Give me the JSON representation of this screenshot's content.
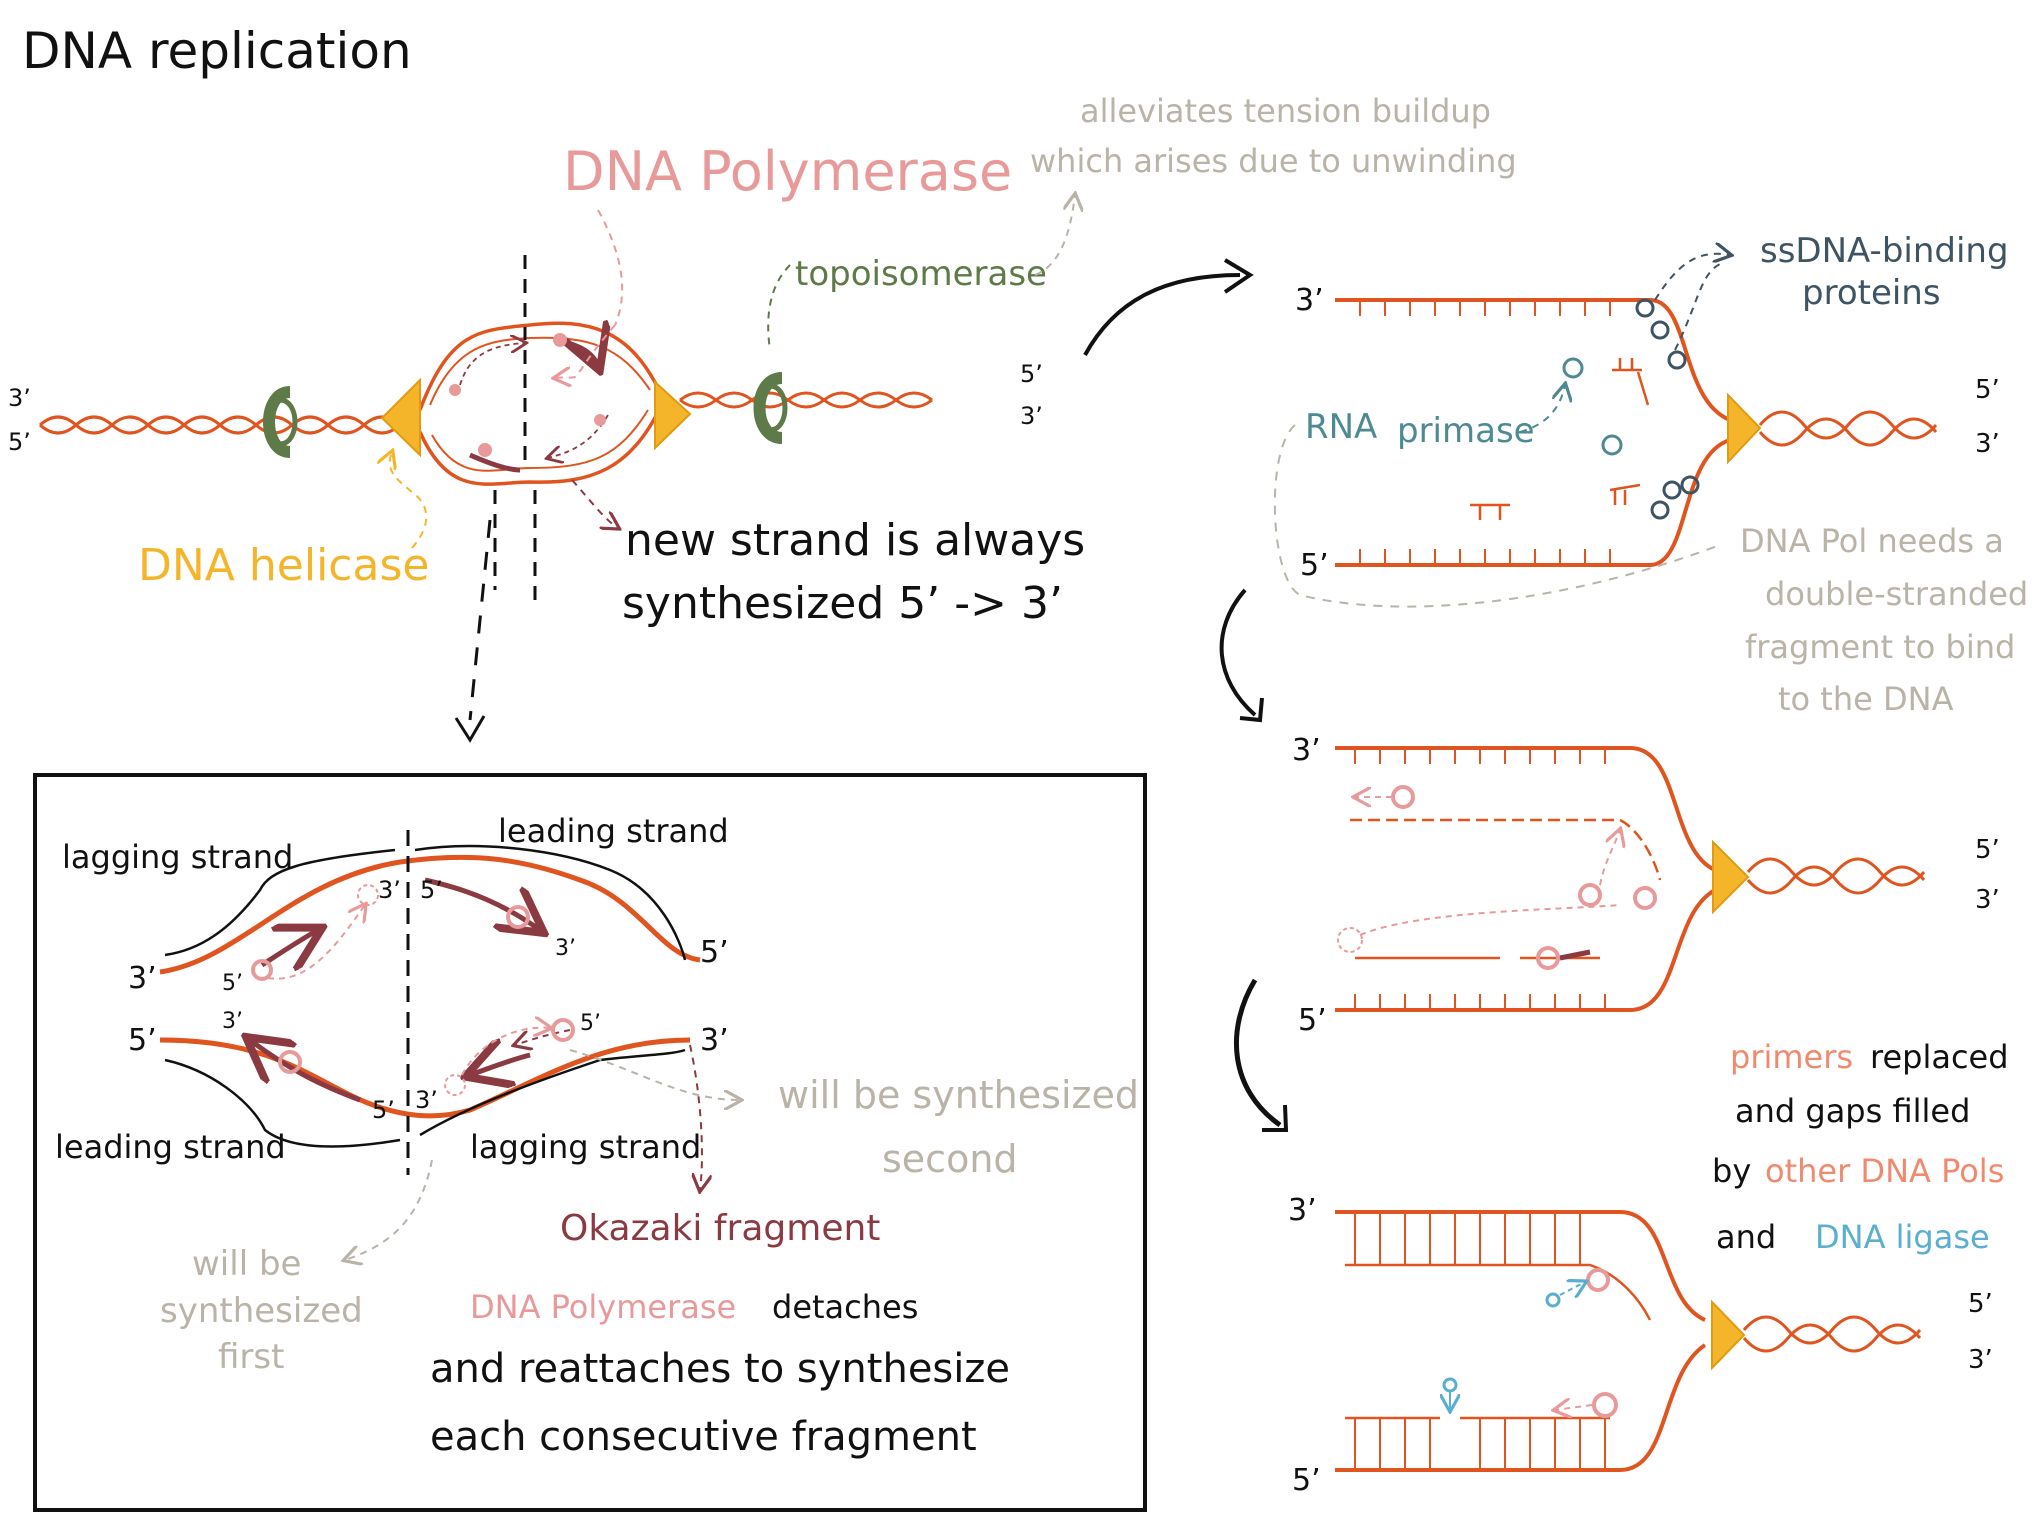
{
  "title": "DNA replication",
  "overview": {
    "dna_polymerase": "DNA Polymerase",
    "topoisomerase": "topoisomerase",
    "topo_note": [
      "alleviates tension buildup",
      "which arises due to unwinding"
    ],
    "dna_helicase": "DNA helicase",
    "new_strand_note": [
      "new strand is always",
      "synthesized 5’ -> 3’"
    ],
    "left_top": "3’",
    "left_bottom": "5’",
    "right_top": "5’",
    "right_bottom": "3’"
  },
  "inset": {
    "lagging_top": "lagging strand",
    "leading_top": "leading strand",
    "leading_bottom": "leading strand",
    "lagging_bottom": "lagging strand",
    "first_note": [
      "will be",
      "synthesized",
      "first"
    ],
    "second_note": [
      "will be synthesized",
      "second"
    ],
    "okazaki": "Okazaki fragment",
    "pol_note_a": "DNA Polymerase",
    "pol_note_b": "detaches",
    "pol_note_c": "and reattaches to synthesize",
    "pol_note_d": "each consecutive fragment",
    "labels": {
      "top_left": "3’",
      "top_right": "5’",
      "top_mid_l": "3’",
      "top_mid_r": "5’",
      "top_arrow_l": "5’",
      "top_arrow_r": "3’",
      "bot_left": "5’",
      "bot_right": "3’",
      "bot_mid_l": "5’",
      "bot_mid_r": "3’",
      "bot_arrow_l": "3’",
      "bot_arrow_r": "5’"
    }
  },
  "panel1": {
    "ssb": [
      "ssDNA-binding",
      "proteins"
    ],
    "primase_a": "RNA",
    "primase_b": "primase",
    "pol_needs": [
      "DNA Pol needs a",
      "double-stranded",
      "fragment to bind",
      "to the DNA"
    ],
    "top_end": "3’",
    "bottom_end": "5’",
    "right_top": "5’",
    "right_bottom": "3’"
  },
  "panel2": {
    "top_end": "3’",
    "bottom_end": "5’",
    "right_top": "5’",
    "right_bottom": "3’"
  },
  "panel3": {
    "top_end": "3’",
    "bottom_end": "5’",
    "right_top": "5’",
    "right_bottom": "3’",
    "note_primers": "primers",
    "note_replaced": "replaced",
    "note_gaps": "and gaps filled",
    "note_by": "by",
    "note_other": "other DNA Pols",
    "note_and": "and",
    "note_ligase": "DNA ligase"
  },
  "colors": {
    "strand": "#e0541f",
    "helicase": "#f5b52a",
    "topo": "#5d7a48",
    "polymerase": "#e89a9a",
    "newstrand": "#8c3a42",
    "ssb": "#3e5463",
    "primase": "#4d8a92",
    "grey": "#b9b3a8",
    "ligase": "#5aaecf"
  }
}
